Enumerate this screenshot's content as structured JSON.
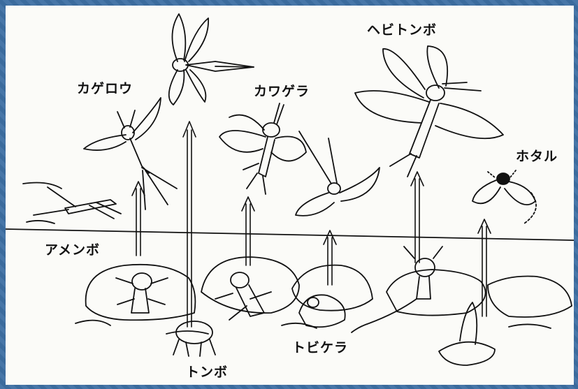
{
  "labels": {
    "kagerou": "カゲロウ",
    "kawagera": "カワゲラ",
    "hebitonbo": "ヘビトンボ",
    "hotaru": "ホタル",
    "amenbo": "アメンボ",
    "tobikera": "トビケラ",
    "tonbo": "トンボ"
  },
  "colors": {
    "ink": "#111111",
    "paper": "#fbfbf8",
    "frame": "#3d6fa3"
  }
}
